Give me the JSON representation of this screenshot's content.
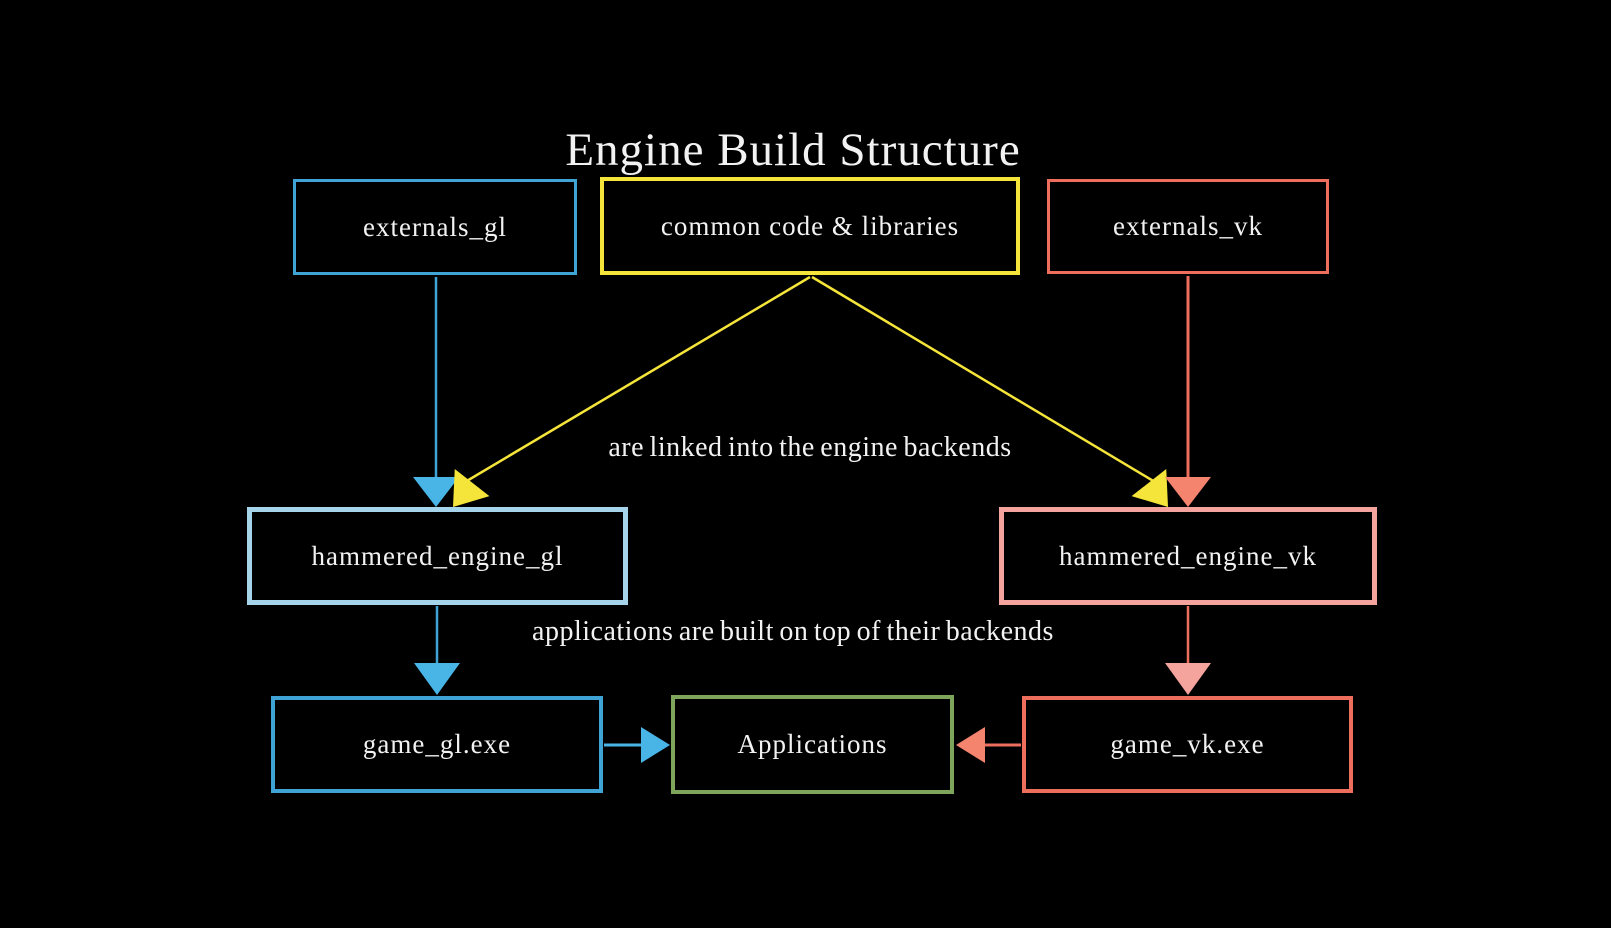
{
  "title": "Engine Build Structure",
  "palette": {
    "background": "#000000",
    "text": "#f2f2f2",
    "blue": "#3fa3d6",
    "blue_light": "#a6d4ea",
    "blue_arrow": "#49b4e6",
    "yellow": "#f5e53a",
    "salmon": "#ed6e5d",
    "salmon_light": "#f4a49c",
    "salmon_arrow": "#f5846f",
    "green": "#7da65c"
  },
  "nodes": {
    "externals_gl": {
      "label": "externals_gl"
    },
    "common_code": {
      "label": "common code & libraries"
    },
    "externals_vk": {
      "label": "externals_vk"
    },
    "hammered_engine_gl": {
      "label": "hammered_engine_gl"
    },
    "hammered_engine_vk": {
      "label": "hammered_engine_vk"
    },
    "game_gl_exe": {
      "label": "game_gl.exe"
    },
    "applications": {
      "label": "Applications"
    },
    "game_vk_exe": {
      "label": "game_vk.exe"
    }
  },
  "annotations": {
    "linked": "are linked into the engine backends",
    "built": "applications are built on top of their backends"
  },
  "edges": [
    {
      "from": "externals_gl",
      "to": "hammered_engine_gl",
      "color": "blue"
    },
    {
      "from": "common_code",
      "to": "hammered_engine_gl",
      "color": "yellow"
    },
    {
      "from": "common_code",
      "to": "hammered_engine_vk",
      "color": "yellow"
    },
    {
      "from": "externals_vk",
      "to": "hammered_engine_vk",
      "color": "salmon"
    },
    {
      "from": "hammered_engine_gl",
      "to": "game_gl_exe",
      "color": "blue"
    },
    {
      "from": "hammered_engine_vk",
      "to": "game_vk_exe",
      "color": "salmon"
    },
    {
      "from": "game_gl_exe",
      "to": "applications",
      "color": "blue"
    },
    {
      "from": "game_vk_exe",
      "to": "applications",
      "color": "salmon"
    }
  ]
}
